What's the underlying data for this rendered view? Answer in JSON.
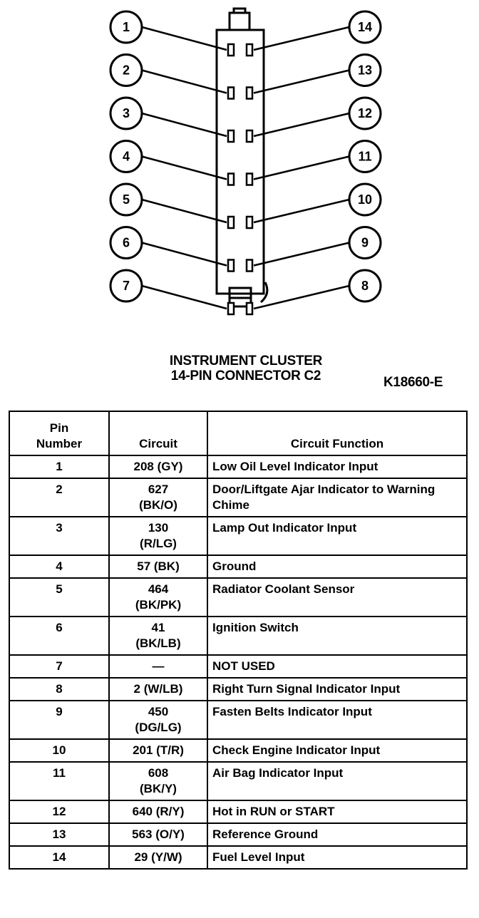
{
  "connector": {
    "left_pins": [
      "1",
      "2",
      "3",
      "4",
      "5",
      "6",
      "7"
    ],
    "right_pins": [
      "14",
      "13",
      "12",
      "11",
      "10",
      "9",
      "8"
    ]
  },
  "caption": {
    "line1": "INSTRUMENT CLUSTER",
    "line2": "14-PIN CONNECTOR C2",
    "code": "K18660-E"
  },
  "table": {
    "headers": {
      "pin_line1": "Pin",
      "pin_line2": "Number",
      "circuit": "Circuit",
      "function": "Circuit Function"
    },
    "rows": [
      {
        "pin": "1",
        "circuit": [
          "208 (GY)"
        ],
        "function": "Low Oil Level Indicator Input"
      },
      {
        "pin": "2",
        "circuit": [
          "627",
          "(BK/O)"
        ],
        "function": "Door/Liftgate Ajar Indicator to Warning Chime"
      },
      {
        "pin": "3",
        "circuit": [
          "130",
          "(R/LG)"
        ],
        "function": "Lamp Out Indicator Input"
      },
      {
        "pin": "4",
        "circuit": [
          "57 (BK)"
        ],
        "function": "Ground"
      },
      {
        "pin": "5",
        "circuit": [
          "464",
          "(BK/PK)"
        ],
        "function": "Radiator Coolant Sensor"
      },
      {
        "pin": "6",
        "circuit": [
          "41",
          "(BK/LB)"
        ],
        "function": "Ignition Switch"
      },
      {
        "pin": "7",
        "circuit": [
          "—"
        ],
        "function": "NOT USED"
      },
      {
        "pin": "8",
        "circuit": [
          "2 (W/LB)"
        ],
        "function": "Right Turn Signal Indicator Input"
      },
      {
        "pin": "9",
        "circuit": [
          "450",
          "(DG/LG)"
        ],
        "function": "Fasten Belts Indicator Input"
      },
      {
        "pin": "10",
        "circuit": [
          "201 (T/R)"
        ],
        "function": "Check Engine Indicator Input"
      },
      {
        "pin": "11",
        "circuit": [
          "608",
          "(BK/Y)"
        ],
        "function": "Air Bag Indicator Input"
      },
      {
        "pin": "12",
        "circuit": [
          "640 (R/Y)"
        ],
        "function": "Hot in RUN or START"
      },
      {
        "pin": "13",
        "circuit": [
          "563 (O/Y)"
        ],
        "function": "Reference Ground"
      },
      {
        "pin": "14",
        "circuit": [
          "29 (Y/W)"
        ],
        "function": "Fuel Level Input"
      }
    ]
  }
}
